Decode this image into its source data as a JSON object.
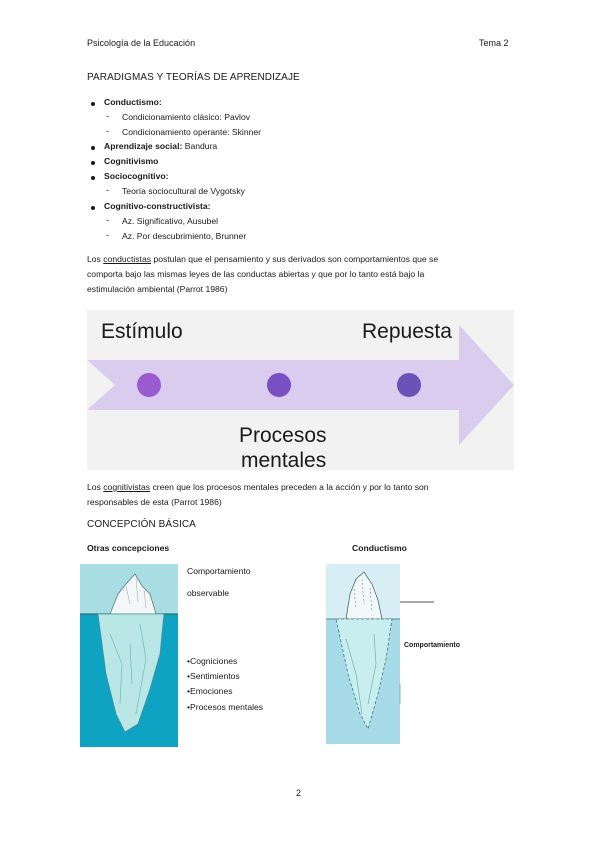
{
  "header": {
    "left": "Psicología de la Educación",
    "right": "Tema 2"
  },
  "section1_title": "PARADIGMAS Y TEORÍAS DE APRENDIZAJE",
  "list": [
    {
      "label": "Conductismo:",
      "detail": ""
    },
    {
      "sub": "Condicionamiento clásico: Pavlov"
    },
    {
      "sub": "Condicionamiento operante: Skinner"
    },
    {
      "label": "Aprendizaje social:",
      "detail": " Bandura"
    },
    {
      "label": "Cognitivismo",
      "detail": ""
    },
    {
      "label": "Sociocognitivo:",
      "detail": ""
    },
    {
      "sub": "Teoría sociocultural de Vygotsky"
    },
    {
      "label": "Cognitivo-constructivista:",
      "detail": ""
    },
    {
      "sub": "Az. Significativo, Ausubel"
    },
    {
      "sub": "Az. Por descubrimiento, Brunner"
    }
  ],
  "para1": {
    "pre": "Los ",
    "link": "conductistas",
    "post": " postulan que el pensamiento y sus derivados son comportamientos que se",
    "line2": "comporta bajo las mismas leyes de las conductas abiertas y que por lo tanto está bajo la",
    "line3": "estimulación ambiental (Parrot 1986)"
  },
  "diagram": {
    "left_label": "Estímulo",
    "right_label": "Repuesta",
    "middle_label_1": "Procesos",
    "middle_label_2": "mentales",
    "colors": {
      "panel": "#f2f2f2",
      "arrow": "#d9ccef",
      "dot1": "#9a5bd0",
      "dot2": "#7a4fc4",
      "dot3": "#6a52b6"
    }
  },
  "para2": {
    "pre": "Los ",
    "link": "cognitivistas",
    "post": " creen que los procesos mentales preceden a la acción y por lo tanto son",
    "line2": "responsables de esta (Parrot 1986)"
  },
  "section2_title": "CONCEPCIÓN BÁSICA",
  "left_fig": {
    "title": "Otras concepciones",
    "label_top_1": "Comportamiento",
    "label_top_2": "observable",
    "items": [
      "•Cogniciones",
      "•Sentimientos",
      "•Emociones",
      "•Procesos mentales"
    ]
  },
  "right_fig": {
    "title": "Conductismo",
    "label": "Comportamiento"
  },
  "page_number": "2"
}
